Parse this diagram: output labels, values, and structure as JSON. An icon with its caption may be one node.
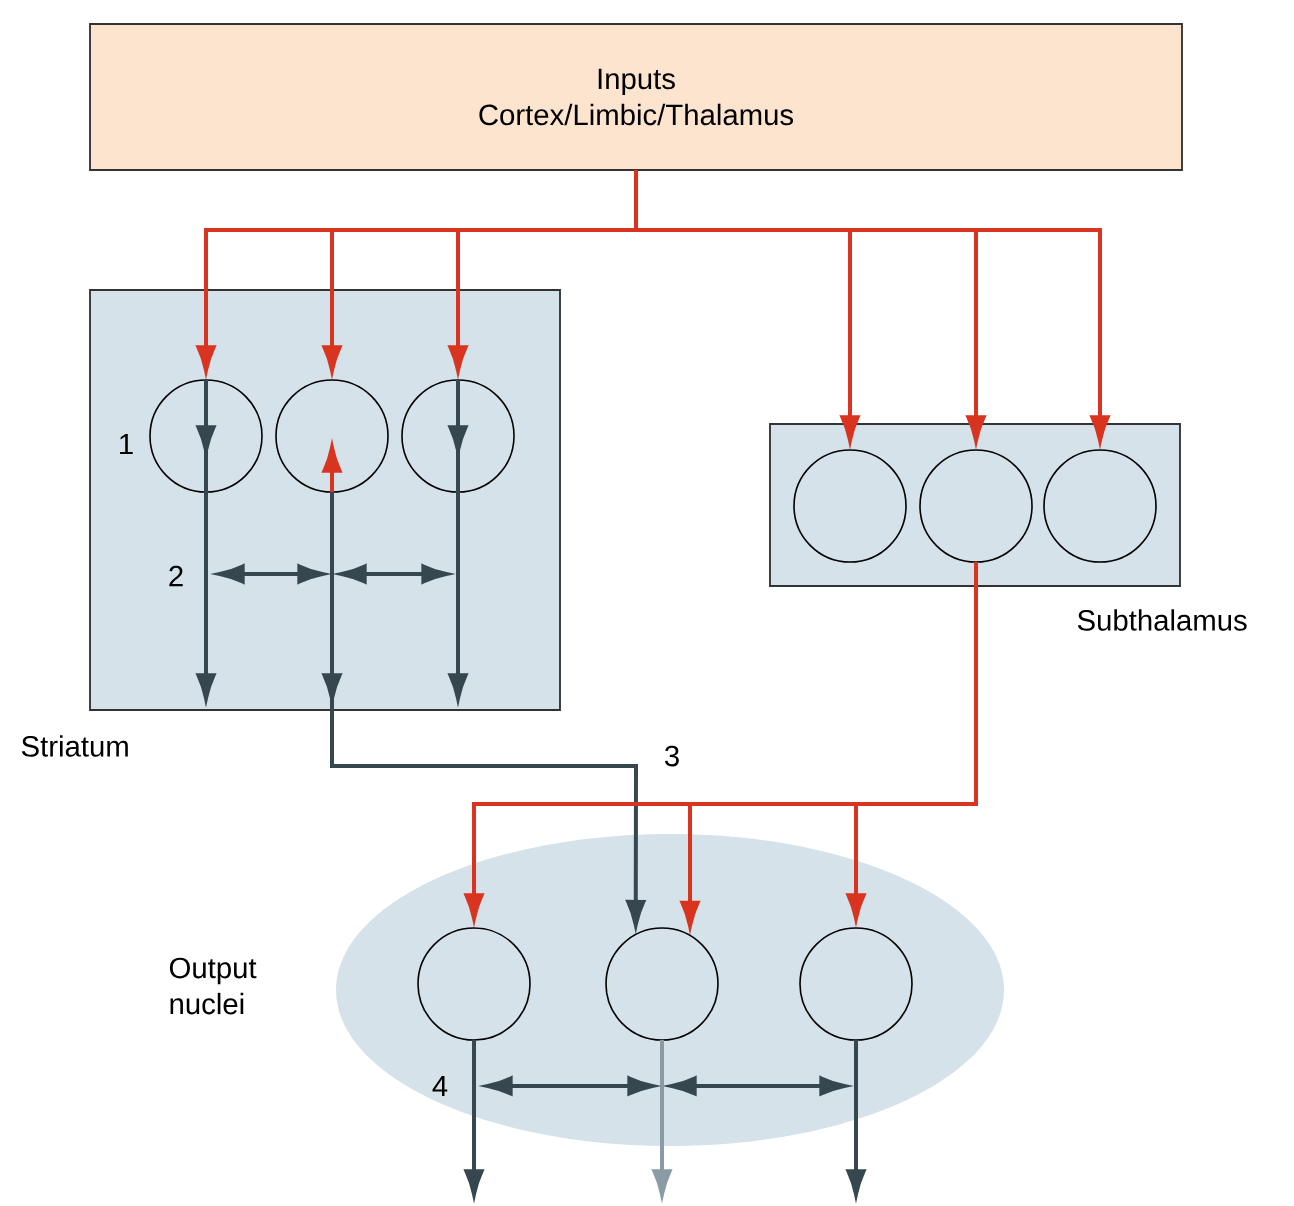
{
  "diagram": {
    "nodes": [
      {
        "text": [
          "Inputs",
          "Cortex/Limbic/Thalamus"
        ]
      },
      {
        "text": [
          "Striatum"
        ]
      },
      {
        "text": [],
        "shape": "circle",
        "in": 1
      },
      {
        "text": [],
        "shape": "circle",
        "in": 1
      },
      {
        "text": [],
        "shape": "circle",
        "in": 1
      },
      {
        "text": [
          "Subthalamus"
        ]
      },
      {
        "text": [],
        "shape": "circle",
        "in": 5
      },
      {
        "text": [],
        "shape": "circle",
        "in": 5
      },
      {
        "text": [],
        "shape": "circle",
        "in": 5
      },
      {
        "text": [
          "Output nuclei"
        ]
      },
      {
        "text": [],
        "shape": "circle",
        "in": 9
      },
      {
        "text": [],
        "shape": "circle",
        "in": 9
      },
      {
        "text": [],
        "shape": "circle",
        "in": 9
      }
    ],
    "edges": [
      {
        "from": 0,
        "to": 2,
        "arrow": "to",
        "color": "#d9341f"
      },
      {
        "from": 0,
        "to": 3,
        "arrow": "to",
        "color": "#d9341f"
      },
      {
        "from": 0,
        "to": 4,
        "arrow": "to",
        "color": "#d9341f"
      },
      {
        "from": 0,
        "to": 6,
        "arrow": "to",
        "color": "#d9341f"
      },
      {
        "from": 0,
        "to": 7,
        "arrow": "to",
        "color": "#d9341f"
      },
      {
        "from": 0,
        "to": 8,
        "arrow": "to",
        "color": "#d9341f"
      },
      {
        "from": 2,
        "to": null,
        "arrow": "to"
      },
      {
        "from": 3,
        "to": null,
        "arrow": "to"
      },
      {
        "from": 4,
        "to": null,
        "arrow": "to"
      },
      {
        "from": 2,
        "to": 3,
        "arrow": "both"
      },
      {
        "from": 3,
        "to": 4,
        "arrow": "both"
      },
      {
        "from": 3,
        "to": 11,
        "arrow": "to"
      },
      {
        "from": 7,
        "to": 10,
        "arrow": "to",
        "color": "#d9341f"
      },
      {
        "from": 7,
        "to": 11,
        "arrow": "to",
        "color": "#d9341f"
      },
      {
        "from": 7,
        "to": 12,
        "arrow": "to",
        "color": "#d9341f"
      },
      {
        "from": 10,
        "to": 11,
        "arrow": "both"
      },
      {
        "from": 11,
        "to": 12,
        "arrow": "both"
      },
      {
        "from": 10,
        "to": null,
        "arrow": "to"
      },
      {
        "from": 11,
        "to": null,
        "arrow": "to",
        "color": "#8a9ba5"
      },
      {
        "from": 12,
        "to": null,
        "arrow": "to"
      }
    ],
    "labels": [
      "1",
      "2",
      "3",
      "4"
    ]
  }
}
